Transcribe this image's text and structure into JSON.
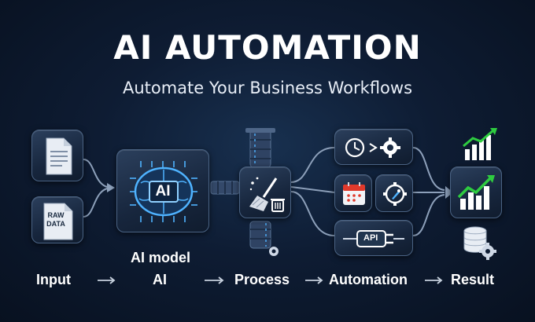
{
  "header": {
    "title": "AI AUTOMATION",
    "subtitle": "Automate Your Business Workflows"
  },
  "nodes": {
    "raw_data_label": "RAW DATA",
    "ai_chip_label": "AI",
    "ai_model_label": "AI model",
    "api_label": "API"
  },
  "pipeline": {
    "steps": [
      "Input",
      "AI",
      "Process",
      "Automation",
      "Result"
    ]
  },
  "colors": {
    "background": "#0e1c33",
    "accent": "#4fb3ff",
    "growth": "#2ecc40"
  }
}
